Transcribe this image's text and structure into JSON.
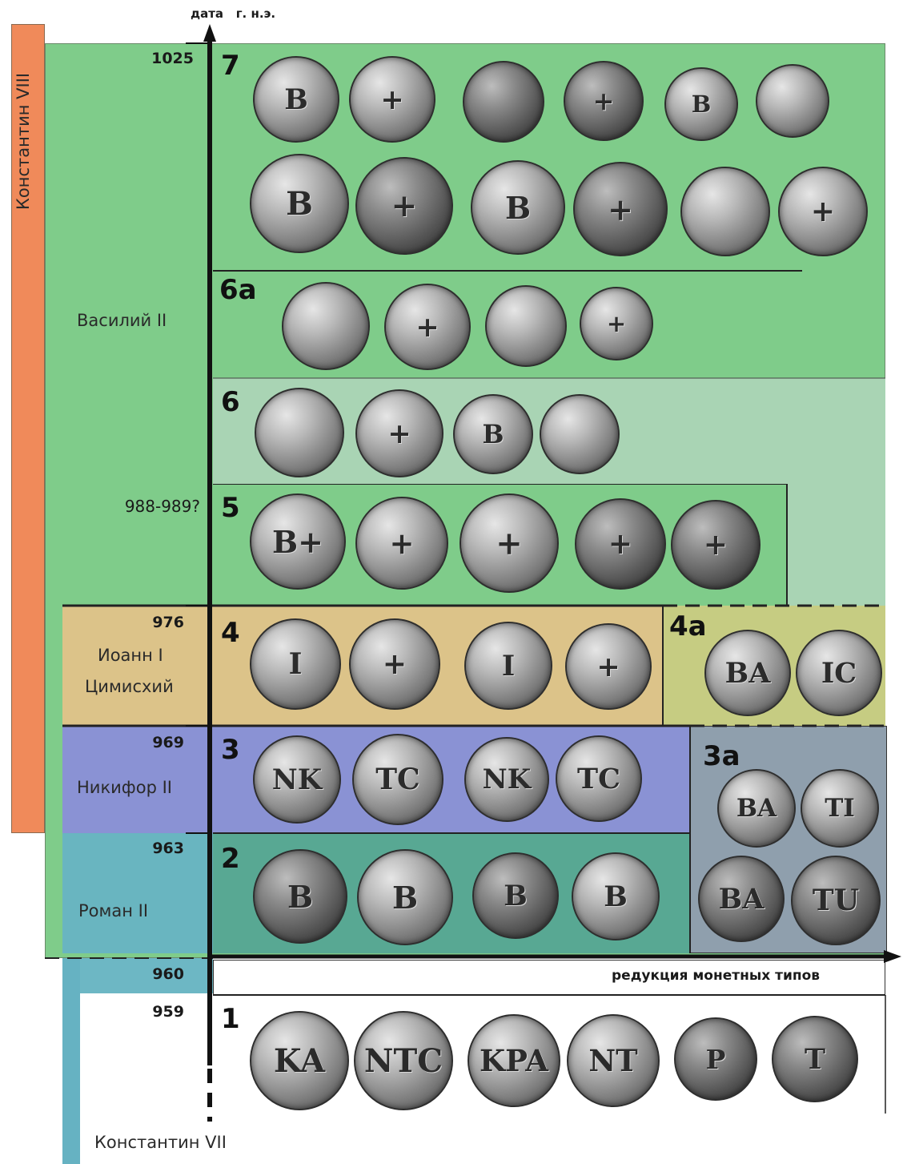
{
  "axis": {
    "y_label": "дата   г. н.э.",
    "x_label": "редукция монетных типов"
  },
  "colors": {
    "green": "#7fcc8a",
    "green_light": "#a9d4b4",
    "tan": "#dcc389",
    "olive": "#c6cc82",
    "purple": "#8a92d4",
    "teal": "#6aafa6",
    "slate": "#8f9fad",
    "blue_teal": "#66b2c2",
    "orange": "#f08a5a"
  },
  "rulers": {
    "konstantin_viii": "Константин VIII",
    "vasily_ii": "Василий II",
    "ioann_line1": "Иоанн I",
    "ioann_line2": "Цимисхий",
    "nikifor_ii": "Никифор II",
    "roman_ii": "Роман II",
    "konstantin_vii": "Константин VII"
  },
  "years": {
    "y1025": "1025",
    "y988": "988-989?",
    "y976": "976",
    "y969": "969",
    "y963": "963",
    "y960": "960",
    "y959": "959"
  },
  "types": {
    "t7": "7",
    "t6a": "6а",
    "t6": "6",
    "t5": "5",
    "t4": "4",
    "t4a": "4а",
    "t3": "3",
    "t3a": "3а",
    "t2": "2",
    "t1": "1"
  },
  "coin_glyphs": {
    "t7": [
      "B",
      "+",
      "",
      "+",
      "B",
      "",
      "B",
      "+",
      "B",
      "+",
      "",
      "+"
    ],
    "t6a": [
      "",
      "+",
      "",
      "+"
    ],
    "t6": [
      "",
      "+",
      "B",
      ""
    ],
    "t5": [
      "B+",
      "+",
      "+",
      "+",
      "+"
    ],
    "t4": [
      "I",
      "+",
      "I",
      "+"
    ],
    "t4a": [
      "BA",
      "IC"
    ],
    "t3": [
      "NK",
      "TC",
      "NK",
      "TC"
    ],
    "t3a": [
      "BA",
      "TI",
      "BA",
      "TU"
    ],
    "t2": [
      "B",
      "B",
      "B",
      "B"
    ],
    "t1": [
      "KA",
      "NTC",
      "KPA",
      "NT",
      "P",
      "T"
    ]
  }
}
